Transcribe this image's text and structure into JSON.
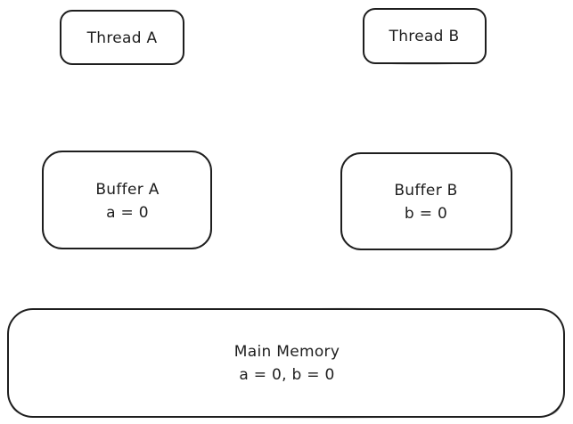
{
  "nodes": {
    "thread_a": {
      "label": "Thread A"
    },
    "thread_b": {
      "label": "Thread B"
    },
    "buffer_a": {
      "title": "Buffer A",
      "value": "a = 0"
    },
    "buffer_b": {
      "title": "Buffer B",
      "value": "b = 0"
    },
    "main_memory": {
      "title": "Main Memory",
      "value": "a = 0, b = 0"
    }
  },
  "colors": {
    "stroke": "#1e1e1e",
    "background": "#ffffff"
  }
}
